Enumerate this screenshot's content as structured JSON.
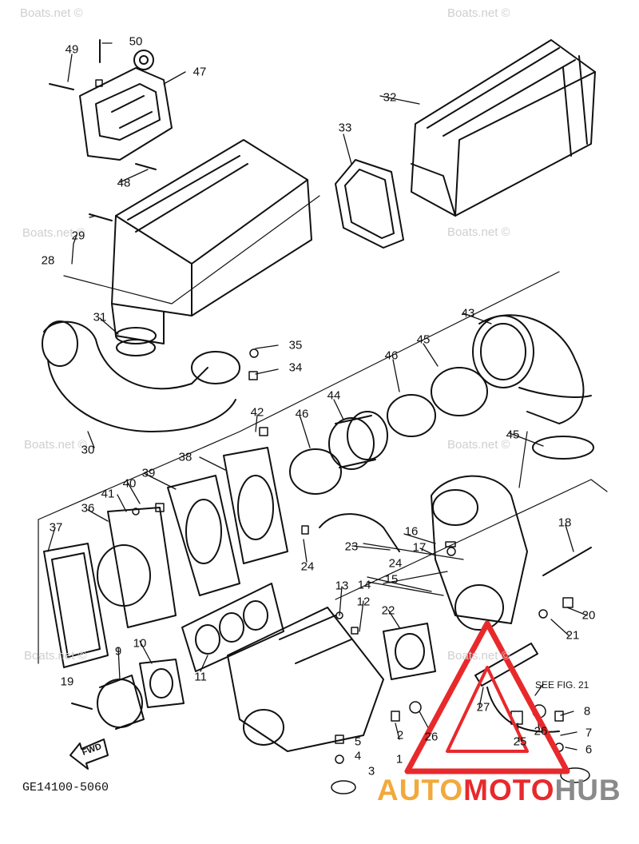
{
  "watermark": "Boats.net ©",
  "diagram_code": "GE14100-5060",
  "see_fig": "SEE FIG. 21",
  "fwd": "FWD",
  "brand": {
    "part1": "AUTO",
    "part2": "MOTO",
    "part3": "HUB"
  },
  "callouts": {
    "n1": "1",
    "n2": "2",
    "n3": "3",
    "n4": "4",
    "n5": "5",
    "n6": "6",
    "n7": "7",
    "n8": "8",
    "n9": "9",
    "n10": "10",
    "n11": "11",
    "n12": "12",
    "n13": "13",
    "n14": "14",
    "n15": "15",
    "n16": "16",
    "n17": "17",
    "n18": "18",
    "n19": "19",
    "n20": "20",
    "n21": "21",
    "n22": "22",
    "n23": "23",
    "n24a": "24",
    "n24b": "24",
    "n25": "25",
    "n26a": "26",
    "n26b": "26",
    "n27": "27",
    "n28": "28",
    "n29": "29",
    "n30": "30",
    "n31": "31",
    "n32": "32",
    "n33": "33",
    "n34": "34",
    "n35": "35",
    "n36": "36",
    "n37": "37",
    "n38": "38",
    "n39": "39",
    "n40": "40",
    "n41": "41",
    "n42": "42",
    "n43": "43",
    "n44": "44",
    "n45a": "45",
    "n45b": "45",
    "n46a": "46",
    "n46b": "46",
    "n47": "47",
    "n48": "48",
    "n49": "49",
    "n50": "50"
  },
  "colors": {
    "line": "#111111",
    "brand_orange": "#f2a93b",
    "brand_red": "#e8292c",
    "brand_grey": "#8a8a8a"
  }
}
